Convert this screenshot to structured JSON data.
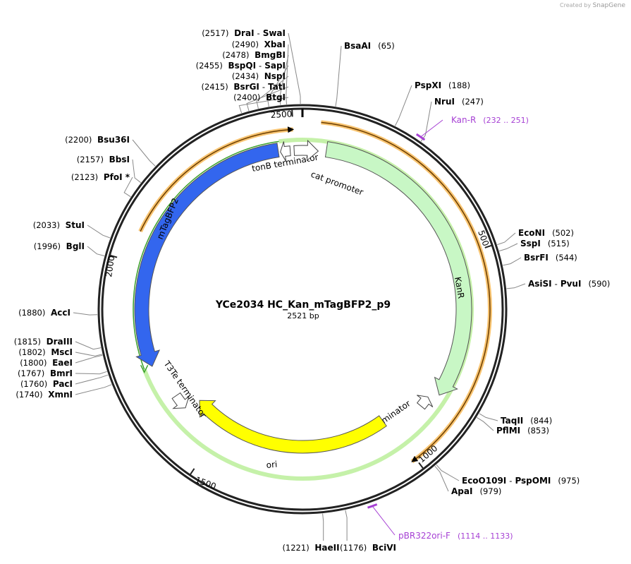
{
  "credit": {
    "prefix": "Created by",
    "brand": "SnapGene"
  },
  "map": {
    "name": "YCe2034 HC_Kan_mTagBFP2_p9",
    "size_label": "2521 bp",
    "length": 2521
  },
  "ticks": [
    {
      "pos": 2500,
      "label": "2500"
    },
    {
      "pos": 500,
      "label": "500"
    },
    {
      "pos": 1000,
      "label": "1000"
    },
    {
      "pos": 1500,
      "label": "1500"
    },
    {
      "pos": 2000,
      "label": "2000"
    }
  ],
  "features": [
    {
      "name": "tonB terminator",
      "label": "tonB terminator",
      "type": "terminator",
      "start": 2465,
      "end": 2490,
      "color": "#ffffff"
    },
    {
      "name": "cat promoter",
      "label": "cat promoter",
      "type": "promoter",
      "start": 2500,
      "end": 40,
      "color": "#ffffff"
    },
    {
      "name": "KanR",
      "label": "KanR",
      "type": "cds",
      "start": 60,
      "end": 855,
      "color": "#c8f7c5"
    },
    {
      "name": "T7Te terminator",
      "label": "T7Te terminator",
      "type": "terminator",
      "start": 875,
      "end": 905,
      "color": "#ffffff"
    },
    {
      "name": "ori",
      "label": "ori",
      "type": "origin",
      "start": 1010,
      "end": 1600,
      "color": "#ffff00"
    },
    {
      "name": "T3Te terminator",
      "label": "T3Te terminator",
      "type": "terminator",
      "start": 1610,
      "end": 1650,
      "color": "#ffffff"
    },
    {
      "name": "mTagBFP2",
      "label": "mTagBFP2",
      "type": "cds",
      "start": 1745,
      "end": 2460,
      "color": "#3366ee"
    }
  ],
  "orange_arcs": [
    {
      "start": 2070,
      "end": 2500,
      "color": "#f5b041"
    },
    {
      "start": 40,
      "end": 1010,
      "color": "#f5b041"
    }
  ],
  "green_arc": {
    "start": 1745,
    "end": 2465,
    "color": "#3aa02a"
  },
  "sites": [
    {
      "name": "DraI",
      "name2": "SwaI",
      "pos": 2517,
      "pos_label": "(2517)"
    },
    {
      "name": "XbaI",
      "pos": 2490,
      "pos_label": "(2490)"
    },
    {
      "name": "BmgBI",
      "pos": 2478,
      "pos_label": "(2478)"
    },
    {
      "name": "BspQI",
      "name2": "SapI",
      "pos": 2455,
      "pos_label": "(2455)"
    },
    {
      "name": "NspI",
      "pos": 2434,
      "pos_label": "(2434)"
    },
    {
      "name": "BsrGI",
      "name2": "TatI",
      "pos": 2415,
      "pos_label": "(2415)"
    },
    {
      "name": "BtgI",
      "pos": 2400,
      "pos_label": "(2400)"
    },
    {
      "name": "Bsu36I",
      "pos": 2200,
      "pos_label": "(2200)"
    },
    {
      "name": "BbsI",
      "pos": 2157,
      "pos_label": "(2157)"
    },
    {
      "name": "PfoI *",
      "pos": 2123,
      "pos_label": "(2123)"
    },
    {
      "name": "StuI",
      "pos": 2033,
      "pos_label": "(2033)"
    },
    {
      "name": "BglI",
      "pos": 1996,
      "pos_label": "(1996)"
    },
    {
      "name": "AccI",
      "pos": 1880,
      "pos_label": "(1880)"
    },
    {
      "name": "DraIII",
      "pos": 1815,
      "pos_label": "(1815)"
    },
    {
      "name": "MscI",
      "pos": 1802,
      "pos_label": "(1802)"
    },
    {
      "name": "EaeI",
      "pos": 1800,
      "pos_label": "(1800)"
    },
    {
      "name": "BmrI",
      "pos": 1767,
      "pos_label": "(1767)"
    },
    {
      "name": "PacI",
      "pos": 1760,
      "pos_label": "(1760)"
    },
    {
      "name": "XmnI",
      "pos": 1740,
      "pos_label": "(1740)"
    },
    {
      "name": "BsaAI",
      "pos": 65,
      "pos_label": "(65)"
    },
    {
      "name": "PspXI",
      "pos": 188,
      "pos_label": "(188)"
    },
    {
      "name": "NruI",
      "pos": 247,
      "pos_label": "(247)"
    },
    {
      "name": "EcoNI",
      "pos": 502,
      "pos_label": "(502)"
    },
    {
      "name": "SspI",
      "pos": 515,
      "pos_label": "(515)"
    },
    {
      "name": "BsrFI",
      "pos": 544,
      "pos_label": "(544)"
    },
    {
      "name": "AsiSI",
      "name2": "PvuI",
      "pos": 590,
      "pos_label": "(590)"
    },
    {
      "name": "TaqII",
      "pos": 844,
      "pos_label": "(844)"
    },
    {
      "name": "PflMI",
      "pos": 853,
      "pos_label": "(853)"
    },
    {
      "name": "EcoO109I",
      "name2": "PspOMI",
      "pos": 975,
      "pos_label": "(975)"
    },
    {
      "name": "ApaI",
      "pos": 979,
      "pos_label": "(979)"
    },
    {
      "name": "BciVI",
      "pos": 1176,
      "pos_label": "(1176)"
    },
    {
      "name": "HaeII",
      "pos": 1221,
      "pos_label": "(1221)"
    }
  ],
  "primers": [
    {
      "name": "Kan-R",
      "range_label": "(232 .. 251)",
      "start": 232,
      "end": 251,
      "color": "#a640d4"
    },
    {
      "name": "pBR322ori-F",
      "range_label": "(1114 .. 1133)",
      "start": 1114,
      "end": 1133,
      "color": "#a640d4"
    }
  ]
}
